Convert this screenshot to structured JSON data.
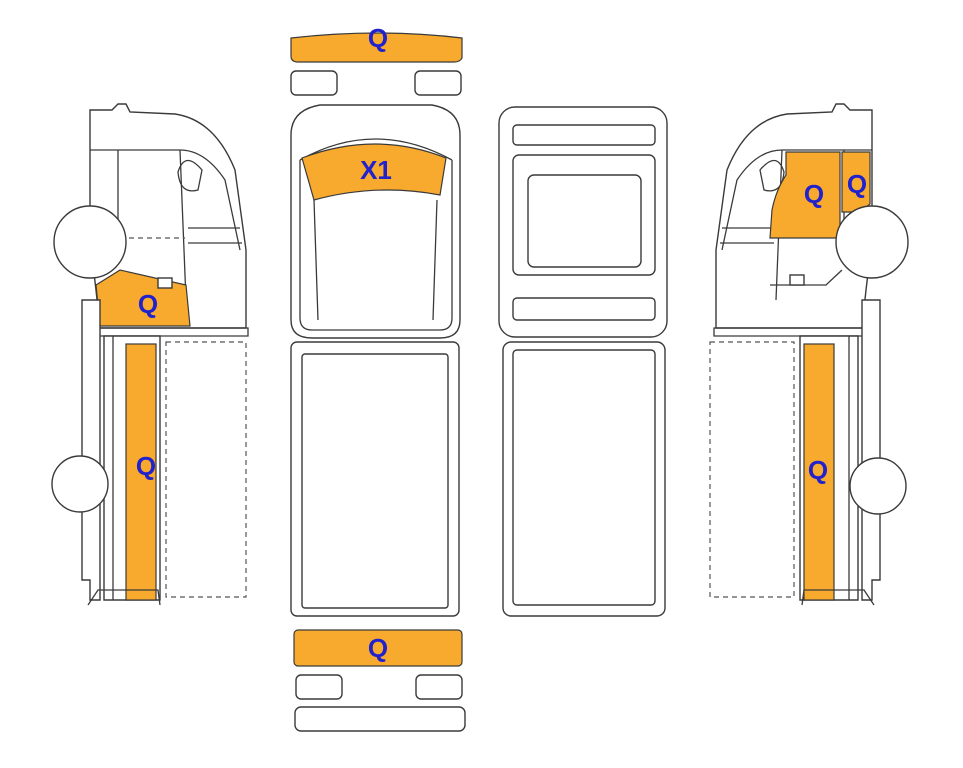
{
  "colors": {
    "damage_fill": "#F8AA2E",
    "label_text": "#2222CC",
    "outline": "#3a3a3a"
  },
  "panels": {
    "front_bumper": {
      "code": "Q"
    },
    "hood": {
      "code": "X1"
    },
    "rear_bumper": {
      "code": "Q"
    },
    "left_front_fender": {
      "code": "Q"
    },
    "left_side": {
      "code": "Q"
    },
    "right_front_door": {
      "code": "Q"
    },
    "right_front_pillar": {
      "code": "Q"
    },
    "right_side": {
      "code": "Q"
    }
  }
}
